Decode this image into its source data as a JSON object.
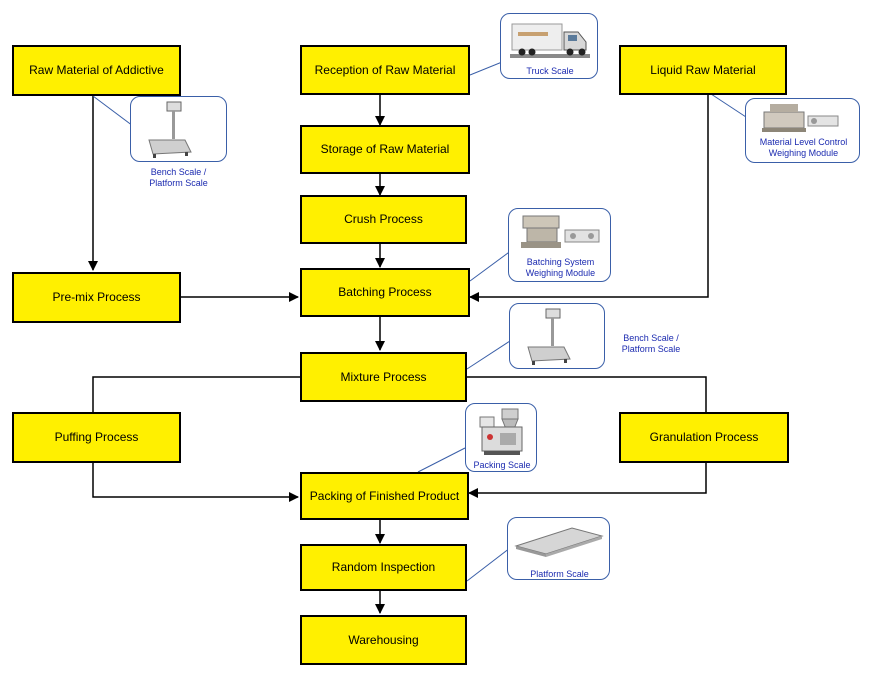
{
  "colors": {
    "box_fill": "#FFF000",
    "box_border": "#000000",
    "callout_border": "#3a5fa8",
    "callout_text": "#1c2bb0"
  },
  "boxes": {
    "raw_material_addictive": "Raw Material of Addictive",
    "reception": "Reception of Raw Material",
    "liquid_raw": "Liquid Raw Material",
    "storage": "Storage of Raw Material",
    "crush": "Crush Process",
    "premix": "Pre-mix Process",
    "batching": "Batching Process",
    "mixture": "Mixture Process",
    "puffing": "Puffing Process",
    "granulation": "Granulation Process",
    "packing": "Packing of Finished Product",
    "random_inspection": "Random Inspection",
    "warehousing": "Warehousing"
  },
  "callouts": {
    "truck_scale": "Truck Scale",
    "bench_scale_1": [
      "Bench Scale /",
      "Platform Scale"
    ],
    "level_control": [
      "Material Level Control",
      "Weighing Module"
    ],
    "batching_module": [
      "Batching System",
      "Weighing Module"
    ],
    "bench_scale_2": [
      "Bench Scale /",
      "Platform Scale"
    ],
    "packing_scale": "Packing Scale",
    "platform_scale": "Platform Scale"
  },
  "icons": [
    "truck-scale-icon",
    "bench-scale-icon",
    "level-control-module-icon",
    "batching-module-icon",
    "packing-scale-icon",
    "platform-scale-icon"
  ]
}
